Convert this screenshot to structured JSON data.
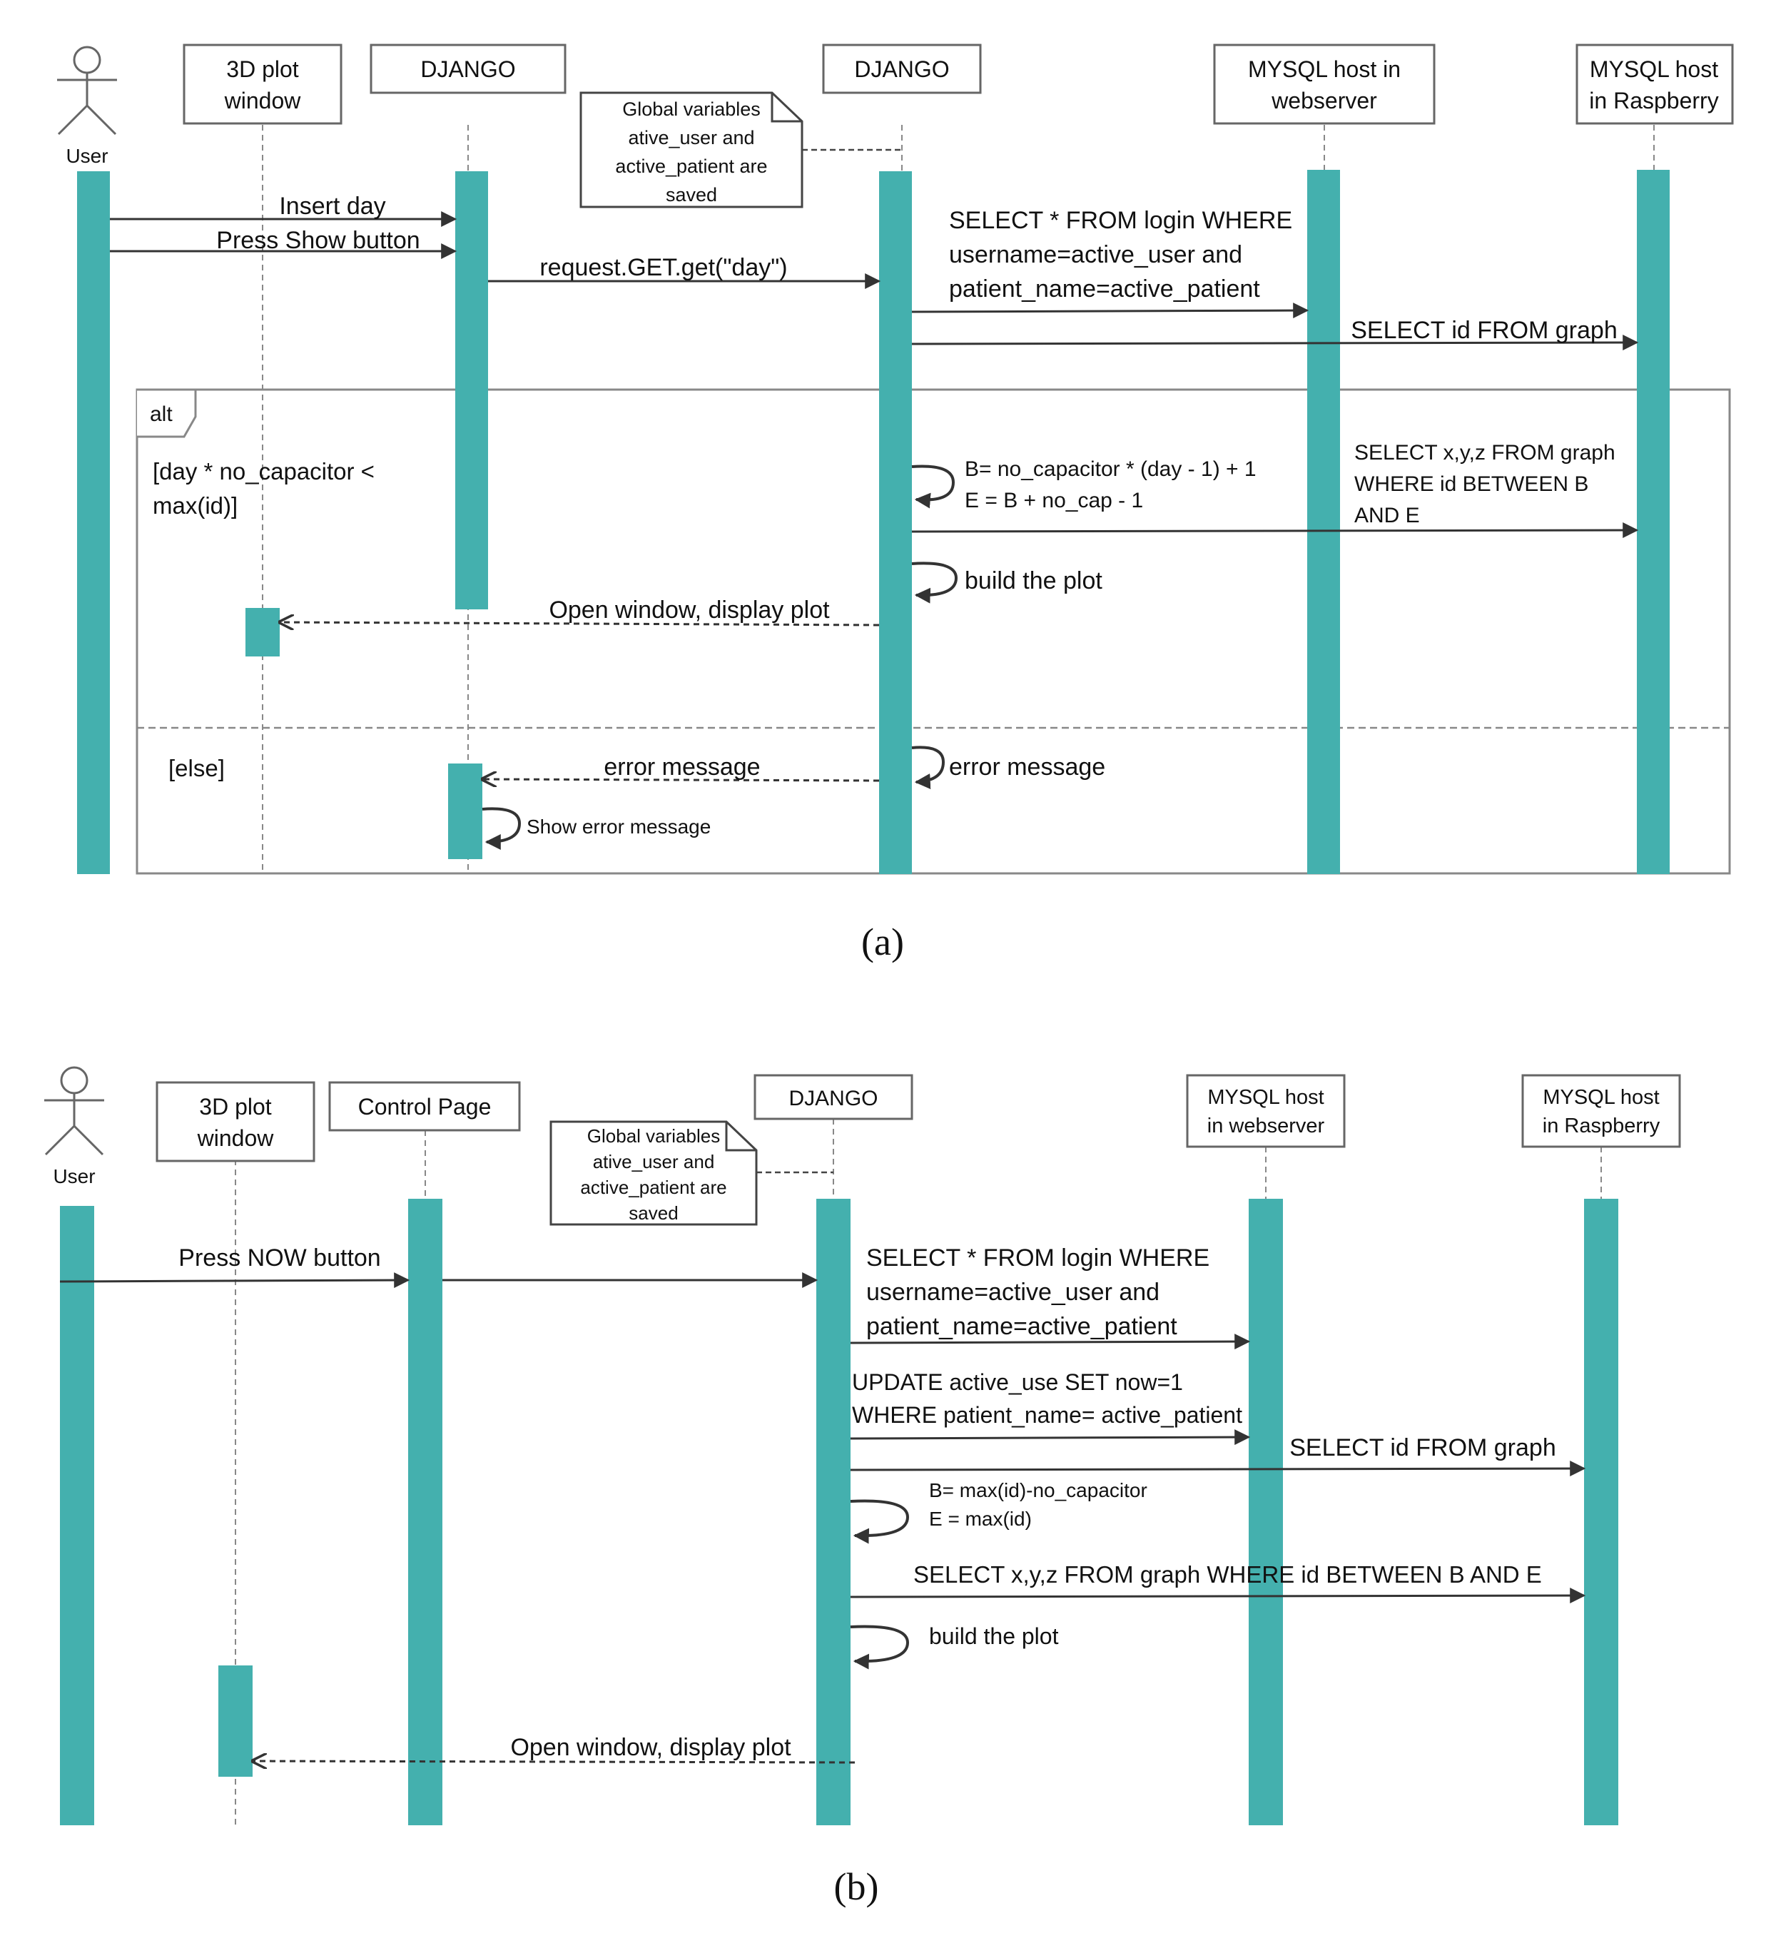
{
  "colors": {
    "activation": "#44b0ae",
    "line": "#333333",
    "lifeline": "#888888",
    "frame": "#888888",
    "box_border": "#666666"
  },
  "panel_a": {
    "caption": "(a)",
    "actor": "User",
    "participants": {
      "plot": "3D plot\nwindow",
      "django1": "DJANGO",
      "django2": "DJANGO",
      "web": "MYSQL host in\nwebserver",
      "rasp": "MYSQL host\nin Raspberry"
    },
    "note": "Global variables\native_user and\nactive_patient are\nsaved",
    "frame": {
      "operator": "alt",
      "guard_if": "[day * no_capacitor <\nmax(id)]",
      "guard_else": "[else]"
    },
    "messages": {
      "insert_day": "Insert day",
      "press_show": "Press Show button",
      "request_get": "request.GET.get(\"day\")",
      "select_login": "SELECT * FROM login WHERE\nusername=active_user and\npatient_name=active_patient",
      "select_id": "SELECT id FROM graph",
      "compute_be": "B= no_capacitor * (day - 1) + 1\nE = B + no_cap - 1",
      "select_xyz": "SELECT x,y,z FROM graph\nWHERE id BETWEEN B\nAND E",
      "build_plot": "build the plot",
      "open_window": "Open window, display plot",
      "error_self": "error message",
      "error_return": "error message",
      "show_error": "Show error message"
    }
  },
  "panel_b": {
    "caption": "(b)",
    "actor": "User",
    "participants": {
      "plot": "3D plot\nwindow",
      "control": "Control Page",
      "django": "DJANGO",
      "web": "MYSQL host\nin webserver",
      "rasp": "MYSQL host\nin Raspberry"
    },
    "note": "Global variables\native_user and\nactive_patient are\nsaved",
    "messages": {
      "press_now": "Press NOW button",
      "select_login": "SELECT * FROM login WHERE\nusername=active_user and\npatient_name=active_patient",
      "update": "UPDATE  active_use SET now=1\nWHERE patient_name= active_patient",
      "select_id": "SELECT id FROM graph",
      "compute_be": "B= max(id)-no_capacitor\nE = max(id)",
      "select_xyz": "SELECT x,y,z FROM graph WHERE id BETWEEN B AND E",
      "build_plot": "build the plot",
      "open_window": "Open window, display plot"
    }
  }
}
